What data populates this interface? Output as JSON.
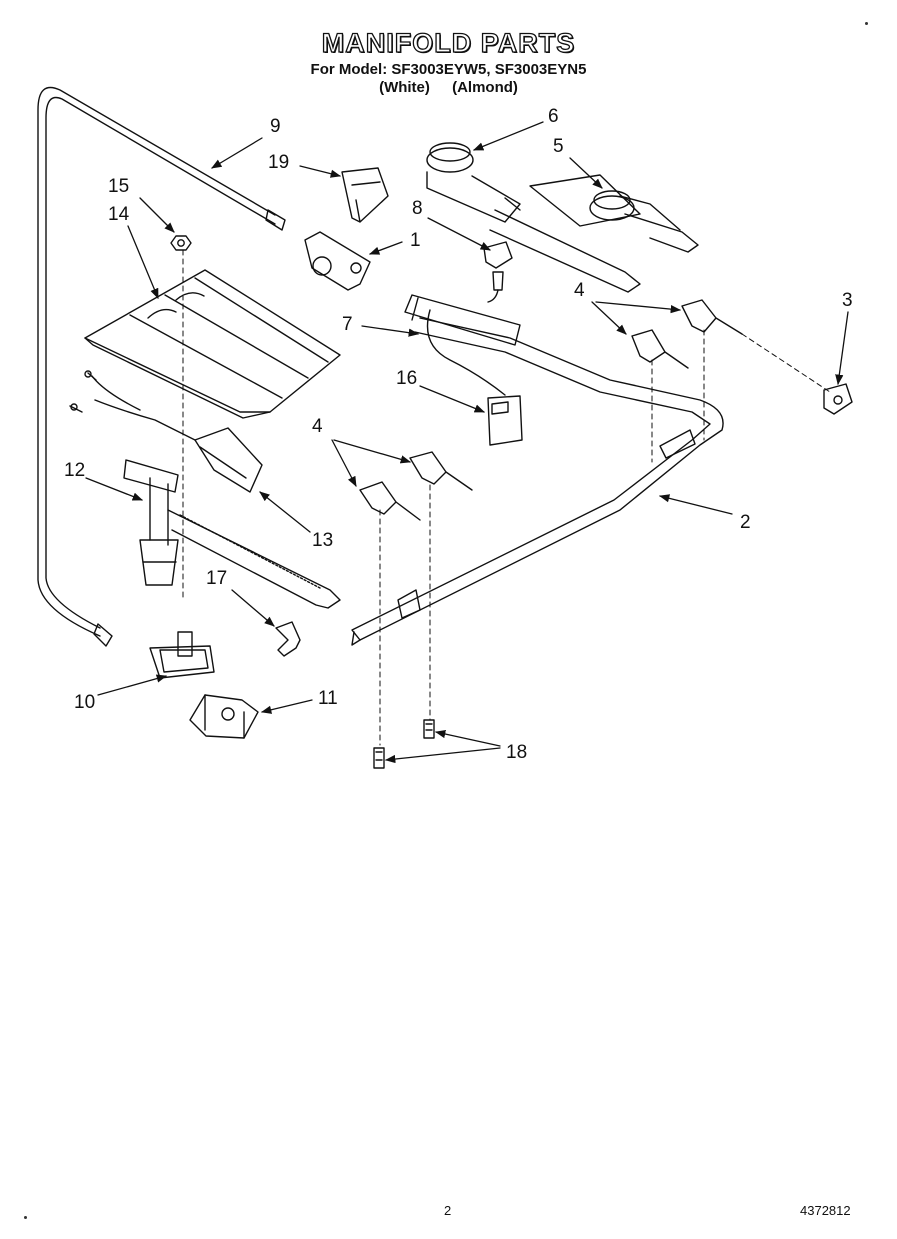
{
  "header": {
    "title": "MANIFOLD PARTS",
    "subtitle": "For Model: SF3003EYW5, SF3003EYN5",
    "variants": [
      "(White)",
      "(Almond)"
    ]
  },
  "callouts": [
    {
      "label": "9"
    },
    {
      "label": "19"
    },
    {
      "label": "15"
    },
    {
      "label": "14"
    },
    {
      "label": "8"
    },
    {
      "label": "1"
    },
    {
      "label": "6"
    },
    {
      "label": "5"
    },
    {
      "label": "4"
    },
    {
      "label": "3"
    },
    {
      "label": "7"
    },
    {
      "label": "16"
    },
    {
      "label": "4"
    },
    {
      "label": "12"
    },
    {
      "label": "13"
    },
    {
      "label": "2"
    },
    {
      "label": "17"
    },
    {
      "label": "10"
    },
    {
      "label": "11"
    },
    {
      "label": "18"
    }
  ],
  "footer": {
    "page": "2",
    "doc_number": "4372812"
  }
}
